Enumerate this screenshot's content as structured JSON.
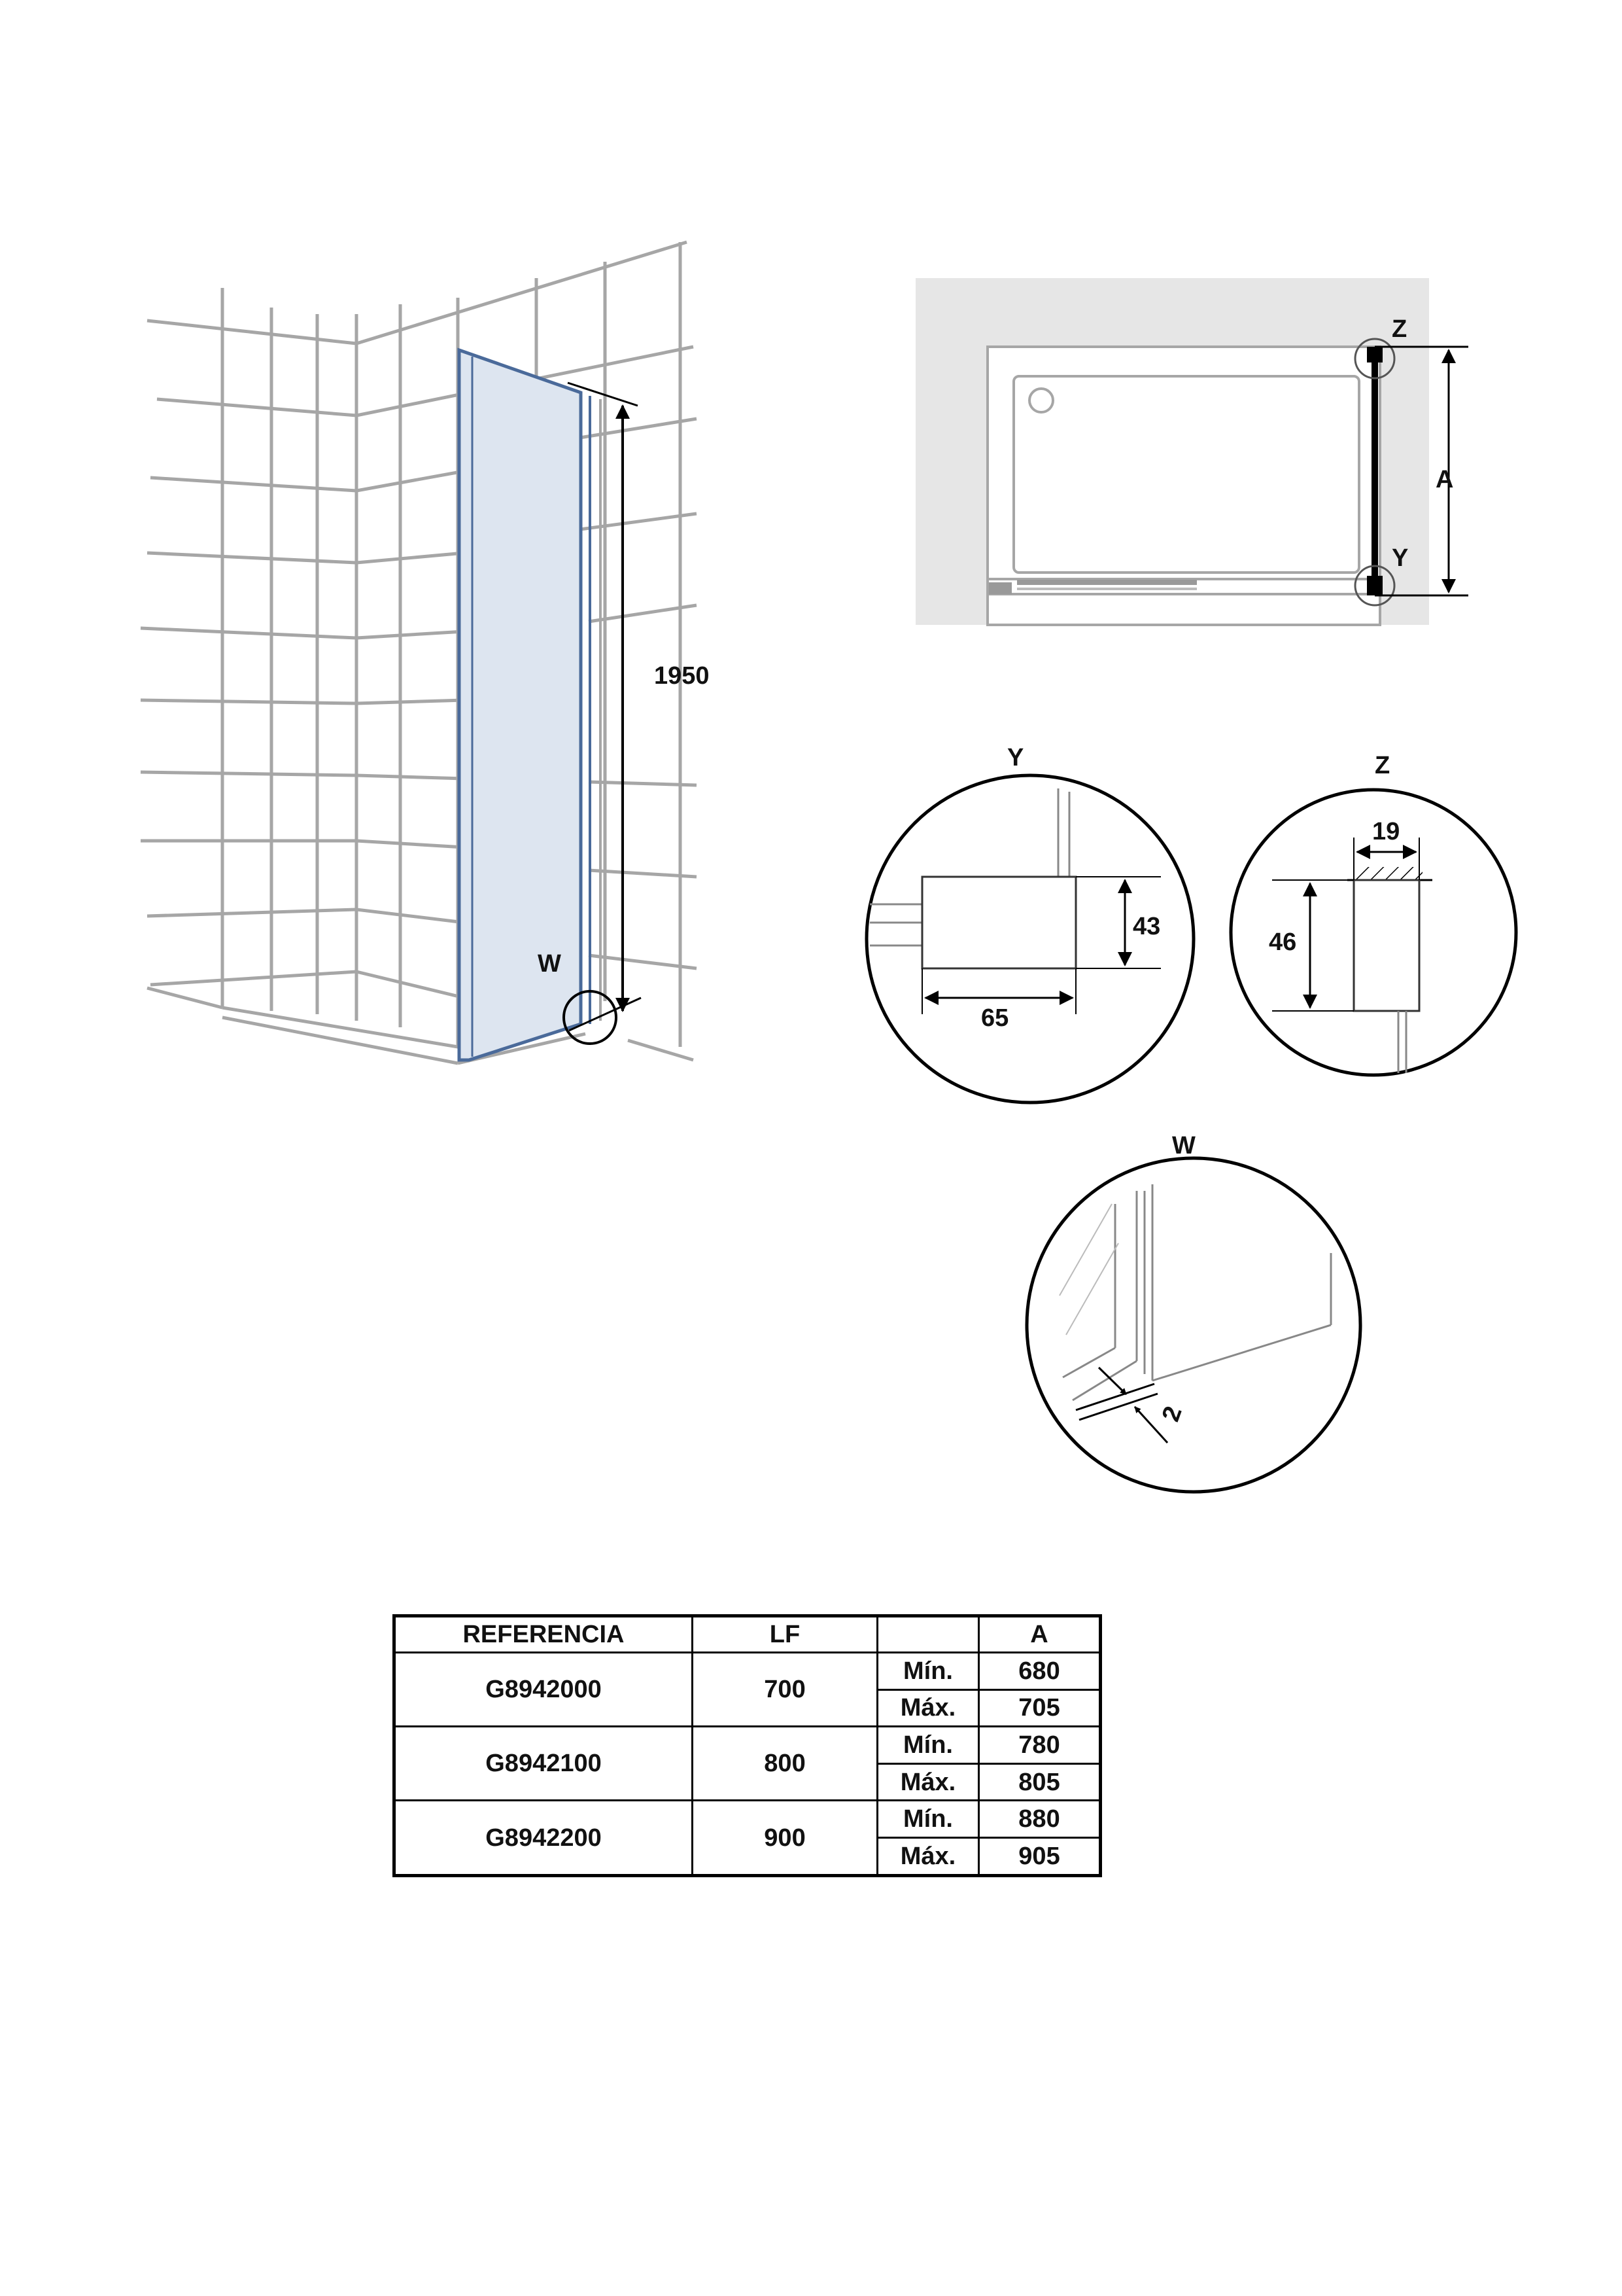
{
  "labels": {
    "height": "1950",
    "detail_w": "W",
    "detail_y": "Y",
    "detail_z": "Z",
    "dim_a": "A",
    "y_width": "65",
    "y_height": "43",
    "z_width": "19",
    "z_height": "46",
    "w_gap": "2"
  },
  "table": {
    "headers": [
      "REFERENCIA",
      "LF",
      "",
      "A"
    ],
    "rows": [
      {
        "ref": "G8942000",
        "lf": "700",
        "min_label": "Mín.",
        "min": "680",
        "max_label": "Máx.",
        "max": "705"
      },
      {
        "ref": "G8942100",
        "lf": "800",
        "min_label": "Mín.",
        "min": "780",
        "max_label": "Máx.",
        "max": "805"
      },
      {
        "ref": "G8942200",
        "lf": "900",
        "min_label": "Mín.",
        "min": "880",
        "max_label": "Máx.",
        "max": "905"
      }
    ]
  },
  "colors": {
    "glass": "#dde5f0",
    "panel_edge": "#4a6a9a",
    "tile_lines": "#a6a6a6",
    "wall_gray": "#e6e6e6"
  }
}
